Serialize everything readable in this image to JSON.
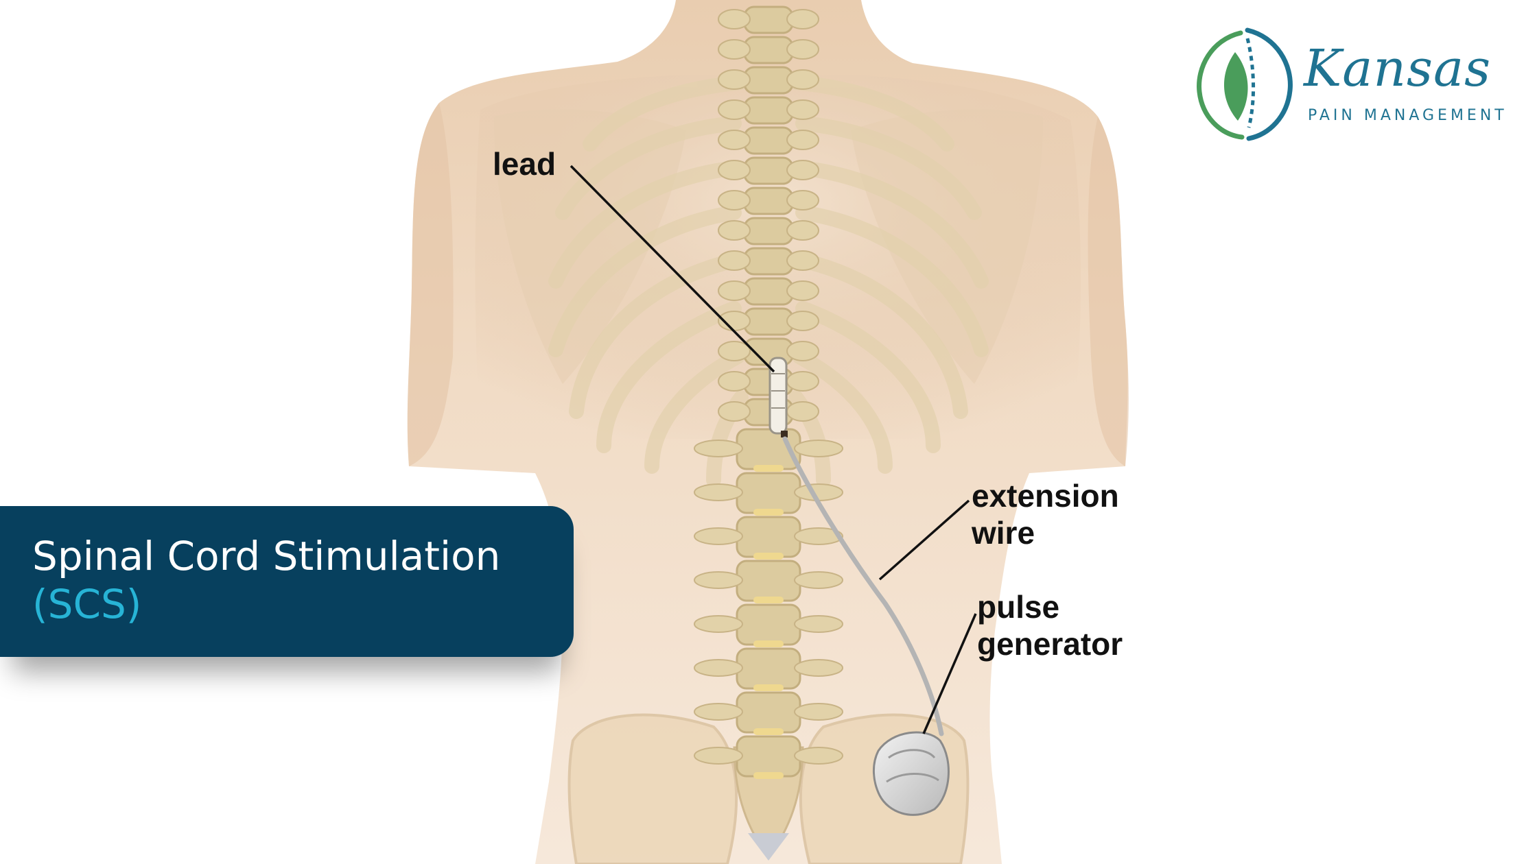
{
  "banner": {
    "title": "Spinal Cord Stimulation",
    "subtitle": "(SCS)"
  },
  "labels": {
    "lead": "lead",
    "extension_line1": "extension",
    "extension_line2": "wire",
    "pulse_line1": "pulse",
    "pulse_line2": "generator"
  },
  "logo": {
    "name": "Kansas",
    "tagline": "PAIN MANAGEMENT"
  },
  "icons": {
    "logo_mark": "spine-leaf-logo-icon"
  },
  "colors": {
    "banner_background": "#07405e",
    "banner_title": "#ffffff",
    "banner_subtitle": "#27b4d6",
    "logo_text": "#1f7392",
    "logo_leaf": "#4a9d5b",
    "skin": "#eed6bd",
    "bone": "#d9c79c",
    "label_text": "#111111"
  }
}
